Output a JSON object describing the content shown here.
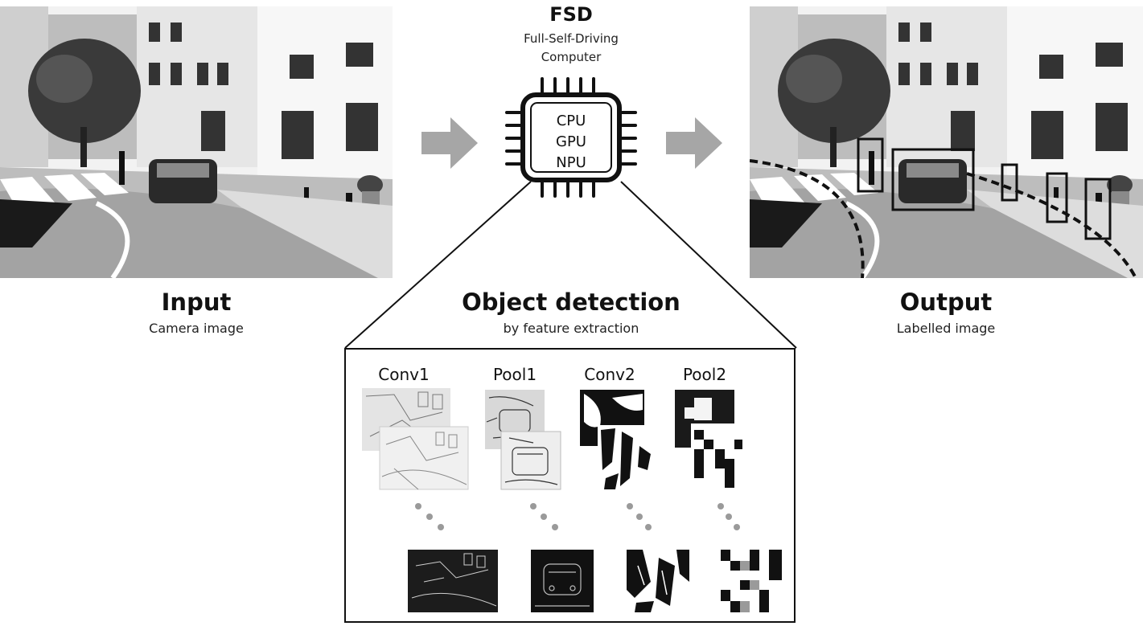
{
  "fsd": {
    "title": "FSD",
    "subtitle_line1": "Full-Self-Driving",
    "subtitle_line2": "Computer",
    "chip_units": [
      "CPU",
      "GPU",
      "NPU"
    ]
  },
  "input": {
    "title": "Input",
    "subtitle": "Camera image"
  },
  "detection": {
    "title": "Object detection",
    "subtitle": "by feature extraction"
  },
  "output": {
    "title": "Output",
    "subtitle": "Labelled image"
  },
  "layers": [
    "Conv1",
    "Pool1",
    "Conv2",
    "Pool2"
  ],
  "colors": {
    "arrow": "#a6a6a6",
    "ink": "#111111",
    "dot": "#9a9a9a"
  }
}
